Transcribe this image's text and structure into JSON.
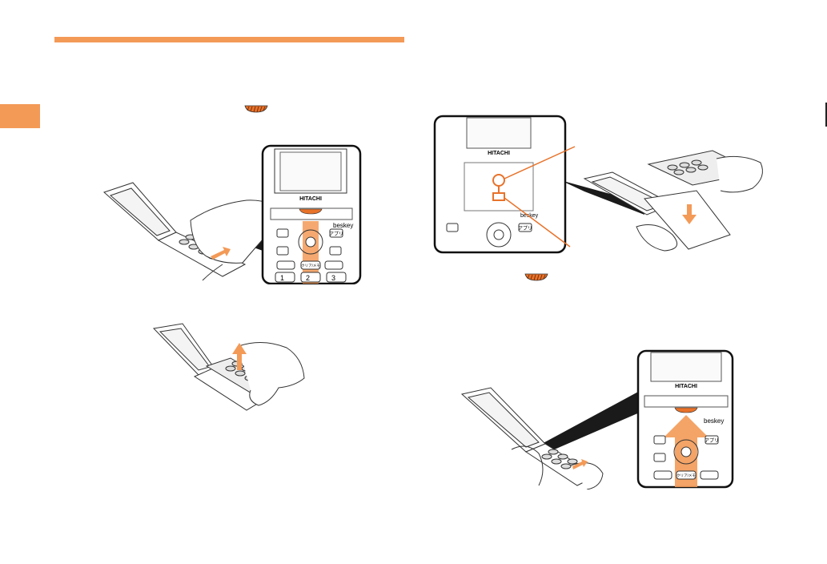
{
  "page": {
    "accent_color": "#f39a57",
    "key_icon": "sliding-key-icon"
  },
  "phone": {
    "brand": "HITACHI",
    "model": "beskey",
    "key_app": "アプリ",
    "key_clear": "クリア/メモ",
    "key_num_1": "1",
    "key_num_2": "2",
    "key_num_3": "3"
  }
}
